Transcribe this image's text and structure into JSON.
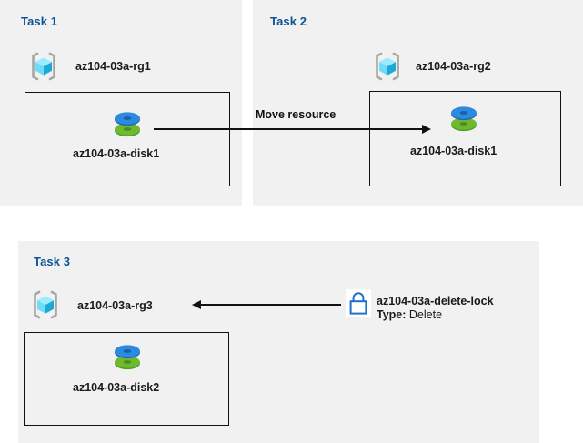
{
  "diagram": {
    "title": "Azure resource groups, disks, move resource and delete lock diagram",
    "accent_color": "#0b5394",
    "panel_background": "#f1f1f1",
    "line_color": "#111111"
  },
  "panels": [
    {
      "id": "task1",
      "title": "Task 1",
      "resource_group": {
        "icon": "resource-group-icon",
        "label": "az104-03a-rg1"
      },
      "resource": {
        "icon": "managed-disk-icon",
        "label": "az104-03a-disk1"
      }
    },
    {
      "id": "task2",
      "title": "Task 2",
      "resource_group": {
        "icon": "resource-group-icon",
        "label": "az104-03a-rg2"
      },
      "resource": {
        "icon": "managed-disk-icon",
        "label": "az104-03a-disk1"
      }
    },
    {
      "id": "task3",
      "title": "Task 3",
      "resource_group": {
        "icon": "resource-group-icon",
        "label": "az104-03a-rg3"
      },
      "resource": {
        "icon": "managed-disk-icon",
        "label": "az104-03a-disk2"
      },
      "lock": {
        "icon": "lock-icon",
        "name": "az104-03a-delete-lock",
        "type_label": "Type:",
        "type_value": "Delete"
      }
    }
  ],
  "connectors": [
    {
      "id": "move-resource",
      "label": "Move resource",
      "direction": "right",
      "from": "az104-03a-disk1",
      "to": "az104-03a-rg2"
    },
    {
      "id": "lock-applies-to-rg3",
      "label": "",
      "direction": "left",
      "from": "az104-03a-delete-lock",
      "to": "az104-03a-rg3"
    }
  ]
}
